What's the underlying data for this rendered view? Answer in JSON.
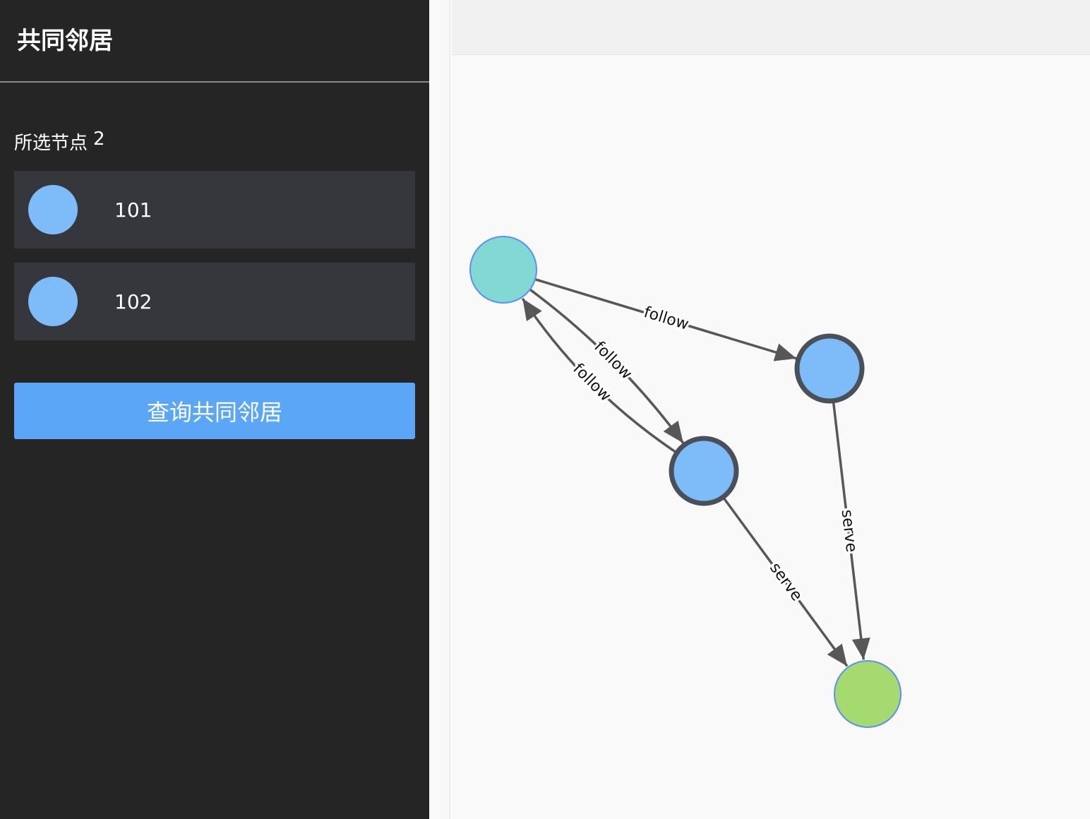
{
  "sidebar": {
    "title": "共同邻居",
    "selected_label": "所选节点",
    "selected_count": "2",
    "nodes": [
      {
        "id": "101",
        "color": "#7dbcf9"
      },
      {
        "id": "102",
        "color": "#7dbcf9"
      }
    ],
    "query_button_label": "查询共同邻居"
  },
  "graph": {
    "nodes": [
      {
        "key": "teal",
        "fill": "#82d8d2",
        "stroke": "#5b8ff7",
        "selected": false
      },
      {
        "key": "blue_a",
        "fill": "#7dbcf9",
        "stroke": "#4a5058",
        "selected": true
      },
      {
        "key": "blue_b",
        "fill": "#7dbcf9",
        "stroke": "#4a5058",
        "selected": true
      },
      {
        "key": "green",
        "fill": "#a4da6f",
        "stroke": "#5b8ff7",
        "selected": false
      }
    ],
    "edges": [
      {
        "from": "teal",
        "to": "blue_a",
        "label": "follow"
      },
      {
        "from": "teal",
        "to": "blue_b",
        "label": "follow"
      },
      {
        "from": "blue_b",
        "to": "teal",
        "label": "follow"
      },
      {
        "from": "blue_a",
        "to": "green",
        "label": "serve"
      },
      {
        "from": "blue_b",
        "to": "green",
        "label": "serve"
      }
    ],
    "edge_color": "#575757"
  }
}
